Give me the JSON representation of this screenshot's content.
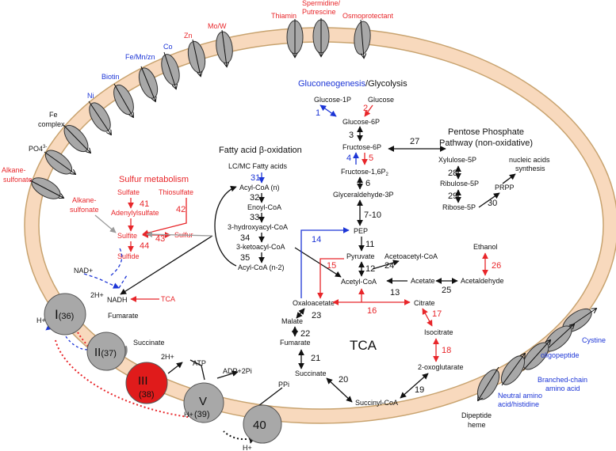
{
  "colors": {
    "membrane": "#f8d9bd",
    "membrane_line": "#c8a36f",
    "red": "#e8262a",
    "blue": "#1c35d6",
    "black": "#111111",
    "gray": "#9a9a9a",
    "complex_gray": "#a8a8a8",
    "complex_red": "#e01b1b"
  },
  "transporters": {
    "left": [
      "Ni",
      "Biotin",
      "Fe/Mn/zn",
      "Co",
      "Zn",
      "Mo/W",
      "Fe complex",
      "PO4 3-",
      "Alkane-sulfonate"
    ],
    "top": [
      "Thiamin",
      "Spermidine/Putrescine",
      "Osmoprotectant"
    ],
    "right": [
      "Cystine",
      "oligopeptide",
      "Branched-chain amino acid",
      "Neutral amino acid/histidine",
      "Dipeptide heme"
    ]
  },
  "labels": {
    "ni": "Ni",
    "biotin": "Biotin",
    "femnzn": "Fe/Mn/zn",
    "co": "Co",
    "zn": "Zn",
    "mow": "Mo/W",
    "thiamin": "Thiamin",
    "sperm1": "Spermidine/",
    "sperm2": "Putrescine",
    "osmo": "Osmoprotectant",
    "fe_complex1": "Fe",
    "fe_complex2": "complex",
    "po4": "PO4",
    "po4_sup": "3-",
    "alkane_out1": "Alkane-",
    "alkane_out2": "sulfonate",
    "cystine": "Cystine",
    "oligopeptide": "oligopeptide",
    "bcaa1": "Branched-chain",
    "bcaa2": "amino acid",
    "neutral1": "Neutral amino",
    "neutral2": "acid/histidine",
    "dipeptide1": "Dipeptide",
    "dipeptide2": "heme"
  },
  "glycolysis": {
    "title_blue": "Gluconeogenesis",
    "title_black": "/Glycolysis",
    "glucose1p": "Glucose-1P",
    "glucose": "Glucose",
    "glucose6p": "Glucose-6P",
    "fructose6p": "Fructose-6P",
    "fructose16p2": "Fructose-1,6P",
    "fructose_sub": "2",
    "glyceraldehyde3p": "Glyceraldehyde-3P",
    "pep": "PEP",
    "pyruvate": "Pyruvate"
  },
  "ppp": {
    "title1": "Pentose Phosphate",
    "title2": "Pathway (non-oxidative)",
    "xylulose": "Xylulose-5P",
    "ribulose": "Ribulose-5P",
    "ribose": "Ribose-5P",
    "nucleic1": "nucleic acids",
    "nucleic2": "synthesis",
    "prpp": "PRPP"
  },
  "fatty": {
    "title": "Fatty acid β-oxidation",
    "lcmc": "LC/MC Fatty acids",
    "acylcoa_n": "Acyl-CoA (n)",
    "enoyl": "Enoyl-CoA",
    "hydroxy": "3-hydroxyacyl-CoA",
    "keto": "3-ketoacyl-CoA",
    "acylcoa_n2": "Acyl-CoA (n-2)"
  },
  "sulfur": {
    "title": "Sulfur metabolism",
    "sulfate": "Sulfate",
    "thiosulfate": "Thiosulfate",
    "adenylyl": "Adenylylsulfate",
    "alkane1": "Alkane-",
    "alkane2": "sulfonate",
    "sulfite": "Sulfite",
    "sulfur": "Sulfur",
    "sulfide": "Sulfide"
  },
  "tca": {
    "title": "TCA",
    "acetoacetyl": "Acetoacetyl-CoA",
    "acetylcoa": "Acetyl-CoA",
    "acetate": "Acetate",
    "acetaldehyde": "Acetaldehyde",
    "ethanol": "Ethanol",
    "oxaloacetate": "Oxaloacetate",
    "citrate": "Citrate",
    "malate": "Malate",
    "fumarate": "Fumarate",
    "isocitrate": "Isocitrate",
    "oxoglutarate": "2-oxoglutarate",
    "succinate": "Succinate",
    "succinylcoa": "Succinyl-CoA"
  },
  "resp": {
    "nadplus": "NAD+",
    "nadh": "NADH",
    "twoh1": "2H+",
    "tca_label": "TCA",
    "hplus1": "H+",
    "fumarate": "Fumarate",
    "succinate": "Succinate",
    "twoh2": "2H+",
    "atp": "ATP",
    "adp": "ADP+2Pi",
    "ppi": "PPi",
    "hplus2": "H+",
    "hplus3": "H+",
    "complex_I": "I",
    "complex_I_num": "(36)",
    "complex_II": "II",
    "complex_II_num": "(37)",
    "complex_III": "III",
    "complex_III_num": "(38)",
    "complex_V": "V",
    "complex_V_num": "(39)",
    "complex_40": "40"
  },
  "steps": {
    "s1": "1",
    "s2": "2",
    "s3": "3",
    "s4": "4",
    "s5": "5",
    "s6": "6",
    "s710": "7-10",
    "s11": "11",
    "s12": "12",
    "s13": "13",
    "s14": "14",
    "s15": "15",
    "s16": "16",
    "s17": "17",
    "s18": "18",
    "s19": "19",
    "s20": "20",
    "s21": "21",
    "s22": "22",
    "s23": "23",
    "s24": "24",
    "s25": "25",
    "s26": "26",
    "s27": "27",
    "s28": "28",
    "s29": "29",
    "s30": "30",
    "s31": "31",
    "s32": "32",
    "s33": "33",
    "s34": "34",
    "s35": "35",
    "s41": "41",
    "s42": "42",
    "s43": "43",
    "s44": "44"
  }
}
